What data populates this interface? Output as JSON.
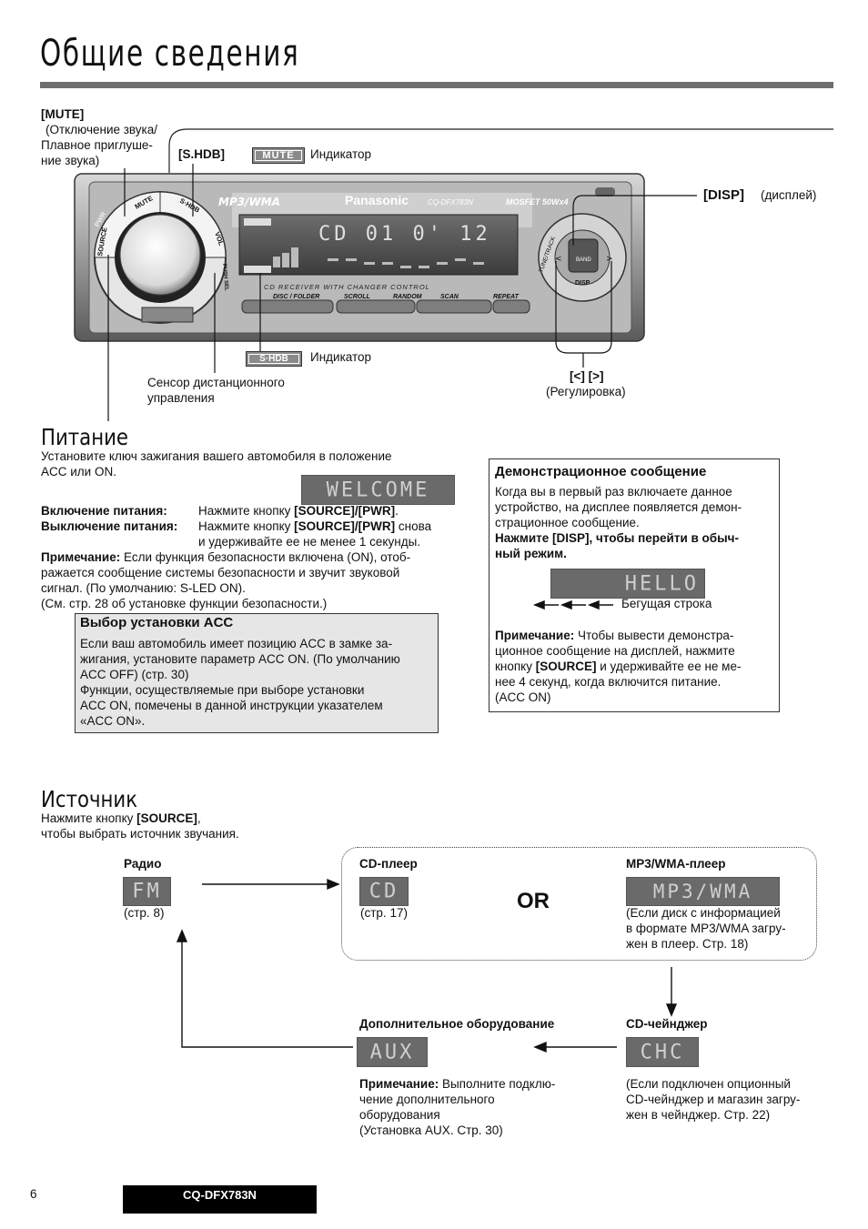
{
  "header": {
    "title": "Общие сведения"
  },
  "diagram": {
    "mute_label": "[MUTE]",
    "mute_desc": [
      "(Отключение звука/",
      "Плавное приглуше-",
      "ние звука)"
    ],
    "shdb_label": "[S.HDB]",
    "mute_badge": "MUTE",
    "indicator_word": "Индикатор",
    "disp_label": "[DISP]",
    "disp_desc": "(дисплей)",
    "shdb_badge": "S·HDB",
    "sensor_label": [
      "Сенсор дистанционного",
      "управления"
    ],
    "adjust_label": "[<] [>]",
    "adjust_desc": "(Регулировка)",
    "device": {
      "brand": "Panasonic",
      "model": "CQ-DFX783N",
      "mp3": "MP3/WMA",
      "mosfet": "MOSFET 50Wx4",
      "display_text": "CD 01  0' 12",
      "bottom_label": "CD   RECEIVER   WITH   CHANGER   CONTROL",
      "buttons": [
        "DISC / FOLDER",
        "SCROLL",
        "RANDOM",
        "SCAN",
        "REPEAT"
      ],
      "knob_labels": [
        "SOURCE",
        "MUTE",
        "S·HDB",
        "VOL",
        "PUSH SEL",
        "PWR"
      ],
      "disp_key": "DISP",
      "band_key": "BAND",
      "tune_key": "TUNE/TRACK"
    }
  },
  "power": {
    "heading": "Питание",
    "intro": [
      "Установите ключ зажигания вашего автомобиля в положение",
      "ACC или ON."
    ],
    "lcd": "WELCOME",
    "on_label": "Включение питания:",
    "on_text_pre": "Нажмите кнопку ",
    "on_key": "[SOURCE]/[PWR]",
    "on_text_post": ".",
    "off_label": "Выключение питания:",
    "off_text_pre": "Нажмите кнопку ",
    "off_key": "[SOURCE]/[PWR]",
    "off_text_post": " снова",
    "off_text_2": "и удерживайте ее не менее 1 секунды.",
    "note_label": "Примечание:",
    "note_text": [
      " Если функция безопасности включена (ON), отоб-",
      "ражается сообщение системы безопасности и звучит звуковой",
      "сигнал. (По умолчанию: S-LED ON).",
      "(См. стр. 28 об установке функции безопасности.)"
    ]
  },
  "acc": {
    "heading": "Выбор установки ACC",
    "lines": [
      "Если ваш автомобиль имеет позицию ACC в замке за-",
      "жигания, установите параметр ACC ON. (По умолчанию",
      "ACC OFF) (стр. 30)",
      "Функции, осуществляемые при выборе установки",
      "ACC ON, помечены в данной инструкции указателем",
      "«ACC ON»."
    ]
  },
  "demo": {
    "heading": "Демонстрационное сообщение",
    "lines": [
      "Когда вы в первый раз включаете данное",
      "устройство, на дисплее появляется демон-",
      "страционное сообщение."
    ],
    "bold_lines": [
      "Нажмите [DISP], чтобы перейти в обыч-",
      "ный режим."
    ],
    "lcd": "HELLO",
    "scroll_label": "Бегущая строка",
    "note_label": "Примечание:",
    "note_lines": [
      " Чтобы вывести демонстра-",
      "ционное сообщение на дисплей, нажмите",
      "и удерживайте ее не ме-",
      "нее 4 секунд, когда включится питание.",
      "(ACC ON)"
    ],
    "note_pre": "кнопку ",
    "note_key": "[SOURCE]"
  },
  "source": {
    "heading": "Источник",
    "intro_pre": "Нажмите кнопку ",
    "intro_key": "[SOURCE]",
    "intro_post": ",",
    "intro_2": "чтобы выбрать источник звучания.",
    "radio": {
      "label": "Радио",
      "lcd": "FM",
      "ref": "(стр. 8)"
    },
    "cd": {
      "label": "CD-плеер",
      "lcd": "CD",
      "ref": "(стр. 17)"
    },
    "or": "OR",
    "mp3": {
      "label": "MP3/WMA-плеер",
      "lcd": "MP3/WMA",
      "ref": [
        "(Если диск с информацией",
        "в формате MP3/WMA загру-",
        "жен в плеер. Стр. 18)"
      ]
    },
    "changer": {
      "label": "CD-чейнджер",
      "lcd": "CHC",
      "ref": [
        "(Если подключен опционный",
        "CD-чейнджер и магазин загру-",
        "жен в чейнджер. Стр. 22)"
      ]
    },
    "aux": {
      "label": "Дополнительное оборудование",
      "lcd": "AUX",
      "note_label": "Примечание:",
      "note": [
        " Выполните подклю-",
        "чение дополнительного",
        "оборудования",
        "(Установка AUX. Стр. 30)"
      ]
    }
  },
  "footer": {
    "page": "6",
    "model": "CQ-DFX783N"
  }
}
